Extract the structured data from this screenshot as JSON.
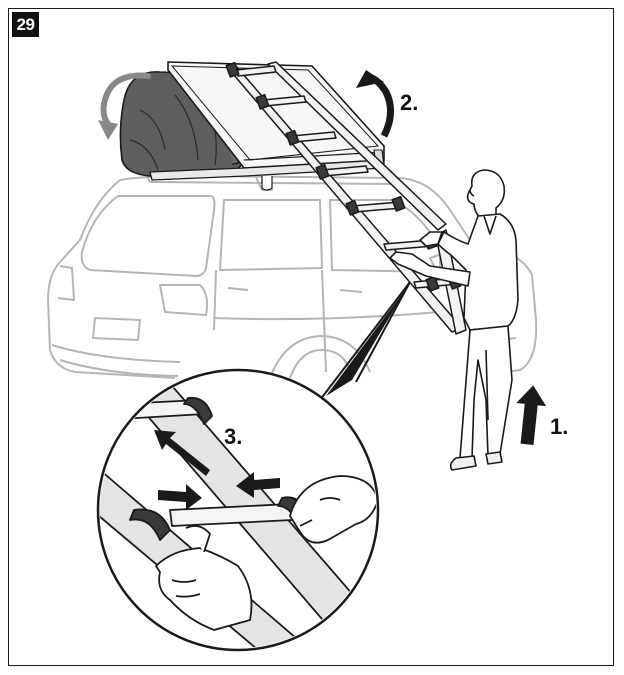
{
  "step": {
    "number": "29"
  },
  "labels": {
    "step1": "1.",
    "step2": "2.",
    "step3": "3."
  },
  "colors": {
    "line": "#1a1a1a",
    "car_line": "#b9b9b9",
    "tent_fabric": "#5d5d5d",
    "ladder_fill": "#f2f2f2",
    "strap": "#3a3a3a",
    "arrow": "#1a1a1a"
  },
  "icons": [
    "rotate-arrow-icon",
    "curved-up-arrow-icon",
    "up-arrow-icon",
    "left-right-arrows-icon"
  ]
}
